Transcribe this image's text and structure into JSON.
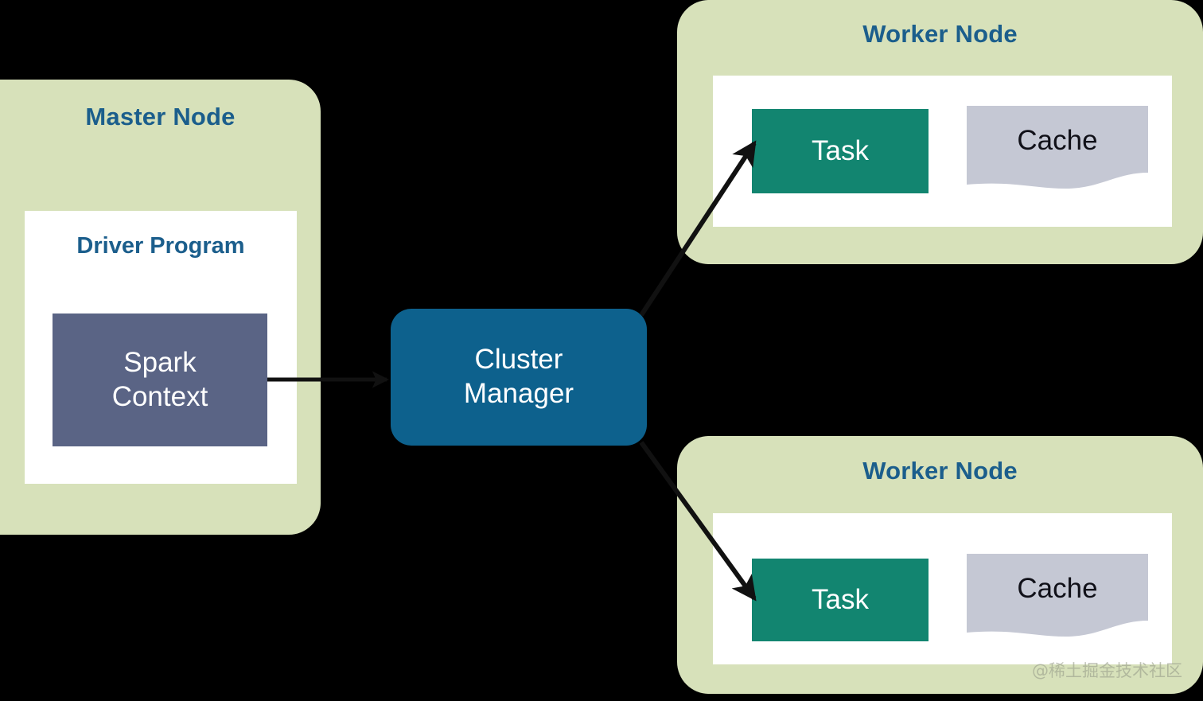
{
  "diagram": {
    "type": "architecture-diagram",
    "background_color": "#000000",
    "palette": {
      "node_panel_green": "#d7e1ba",
      "inner_panel_white": "#ffffff",
      "title_blue": "#1b5e8c",
      "spark_context_slate": "#5a6485",
      "cluster_manager_blue": "#0d618d",
      "task_teal": "#128570",
      "cache_gray": "#c5c8d4",
      "connector_black": "#111111"
    },
    "master_node": {
      "title": "Master Node",
      "inner_panel": {
        "title": "Driver Program",
        "box": {
          "label": "Spark\nContext",
          "icon": "spark-context-box"
        }
      }
    },
    "cluster_manager": {
      "label": "Cluster\nManager"
    },
    "worker_nodes": [
      {
        "title": "Worker Node",
        "task": {
          "label": "Task"
        },
        "cache": {
          "label": "Cache"
        }
      },
      {
        "title": "Worker Node",
        "task": {
          "label": "Task"
        },
        "cache": {
          "label": "Cache"
        }
      }
    ],
    "connectors": [
      {
        "name": "sparkcontext-to-clustermanager",
        "from": "Spark Context",
        "to": "Cluster Manager",
        "style": "straight-arrow"
      },
      {
        "name": "clustermanager-to-worker-top",
        "from": "Cluster Manager",
        "to": "Worker Node 1 Task",
        "style": "diagonal-arrow"
      },
      {
        "name": "clustermanager-to-worker-bottom",
        "from": "Cluster Manager",
        "to": "Worker Node 2 Task",
        "style": "diagonal-arrow"
      }
    ],
    "watermark": "@稀土掘金技术社区"
  }
}
